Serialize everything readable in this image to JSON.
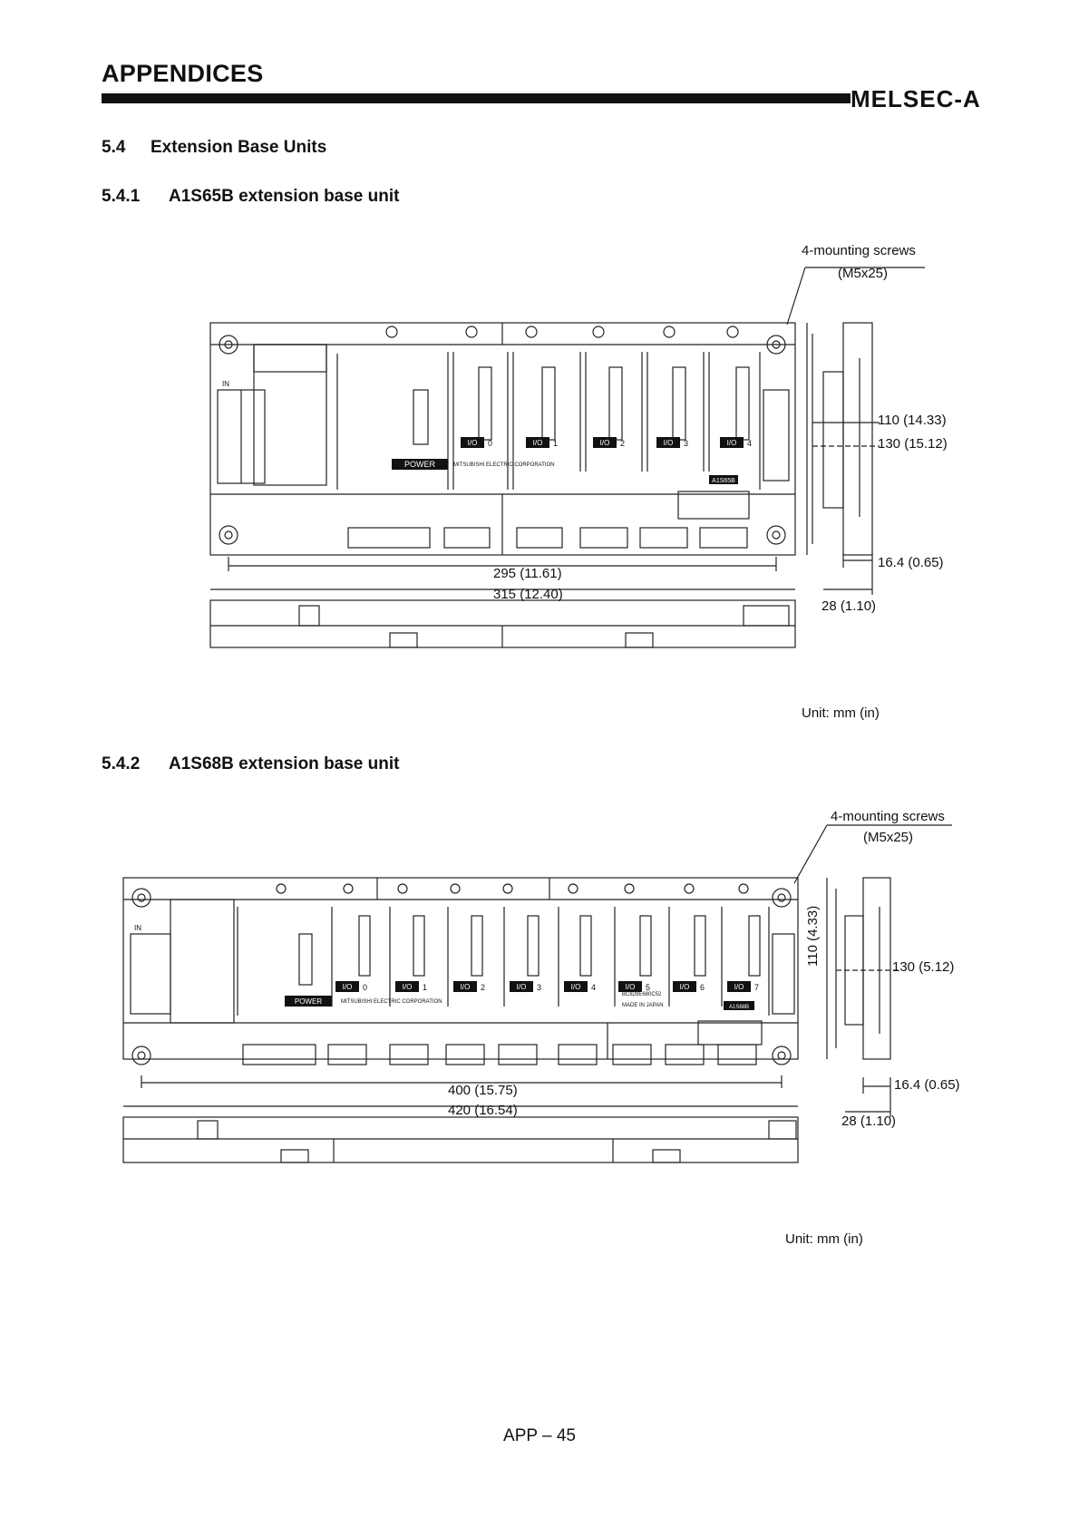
{
  "header": {
    "title": "APPENDICES",
    "brand": "MELSEC-A"
  },
  "section": {
    "number": "5.4",
    "title": "Extension Base Units"
  },
  "subsections": [
    {
      "number": "5.4.1",
      "title": "A1S65B extension base unit",
      "callout": {
        "line1": "4-mounting screws",
        "line2": "(M5x25)"
      },
      "dims": {
        "height_inner": "110 (14.33)",
        "height_outer": "130 (15.12)",
        "width_inner": "295 (11.61)",
        "width_outer": "315 (12.40)",
        "depth_step": "16.4 (0.65)",
        "depth": "28 (1.10)"
      },
      "labels": {
        "power": "POWER",
        "slot_prefix": "I/O",
        "slots": [
          "0",
          "1",
          "2",
          "3",
          "4"
        ],
        "maker": "MITSUBISHI ELECTRIC CORPORATION",
        "in_mark": "IN",
        "model": "A1S65B"
      },
      "unit": "Unit: mm (in)"
    },
    {
      "number": "5.4.2",
      "title": "A1S68B extension base unit",
      "callout": {
        "line1": "4-mounting screws",
        "line2": "(M5x25)"
      },
      "dims": {
        "height_inner": "110 (4.33)",
        "height_outer": "130 (5.12)",
        "width_inner": "400 (15.75)",
        "width_outer": "420 (16.54)",
        "depth_step": "16.4 (0.65)",
        "depth": "28 (1.10)"
      },
      "labels": {
        "power": "POWER",
        "slot_prefix": "I/O",
        "slots": [
          "0",
          "1",
          "2",
          "3",
          "4",
          "5",
          "6",
          "7"
        ],
        "maker": "MITSUBISHI ELECTRIC CORPORATION",
        "in_mark": "IN",
        "serial": "BC828E680C52",
        "made_in": "MADE IN JAPAN",
        "model": "A1S68B"
      },
      "unit": "Unit: mm (in)"
    }
  ],
  "footer": {
    "page": "APP – 45"
  }
}
